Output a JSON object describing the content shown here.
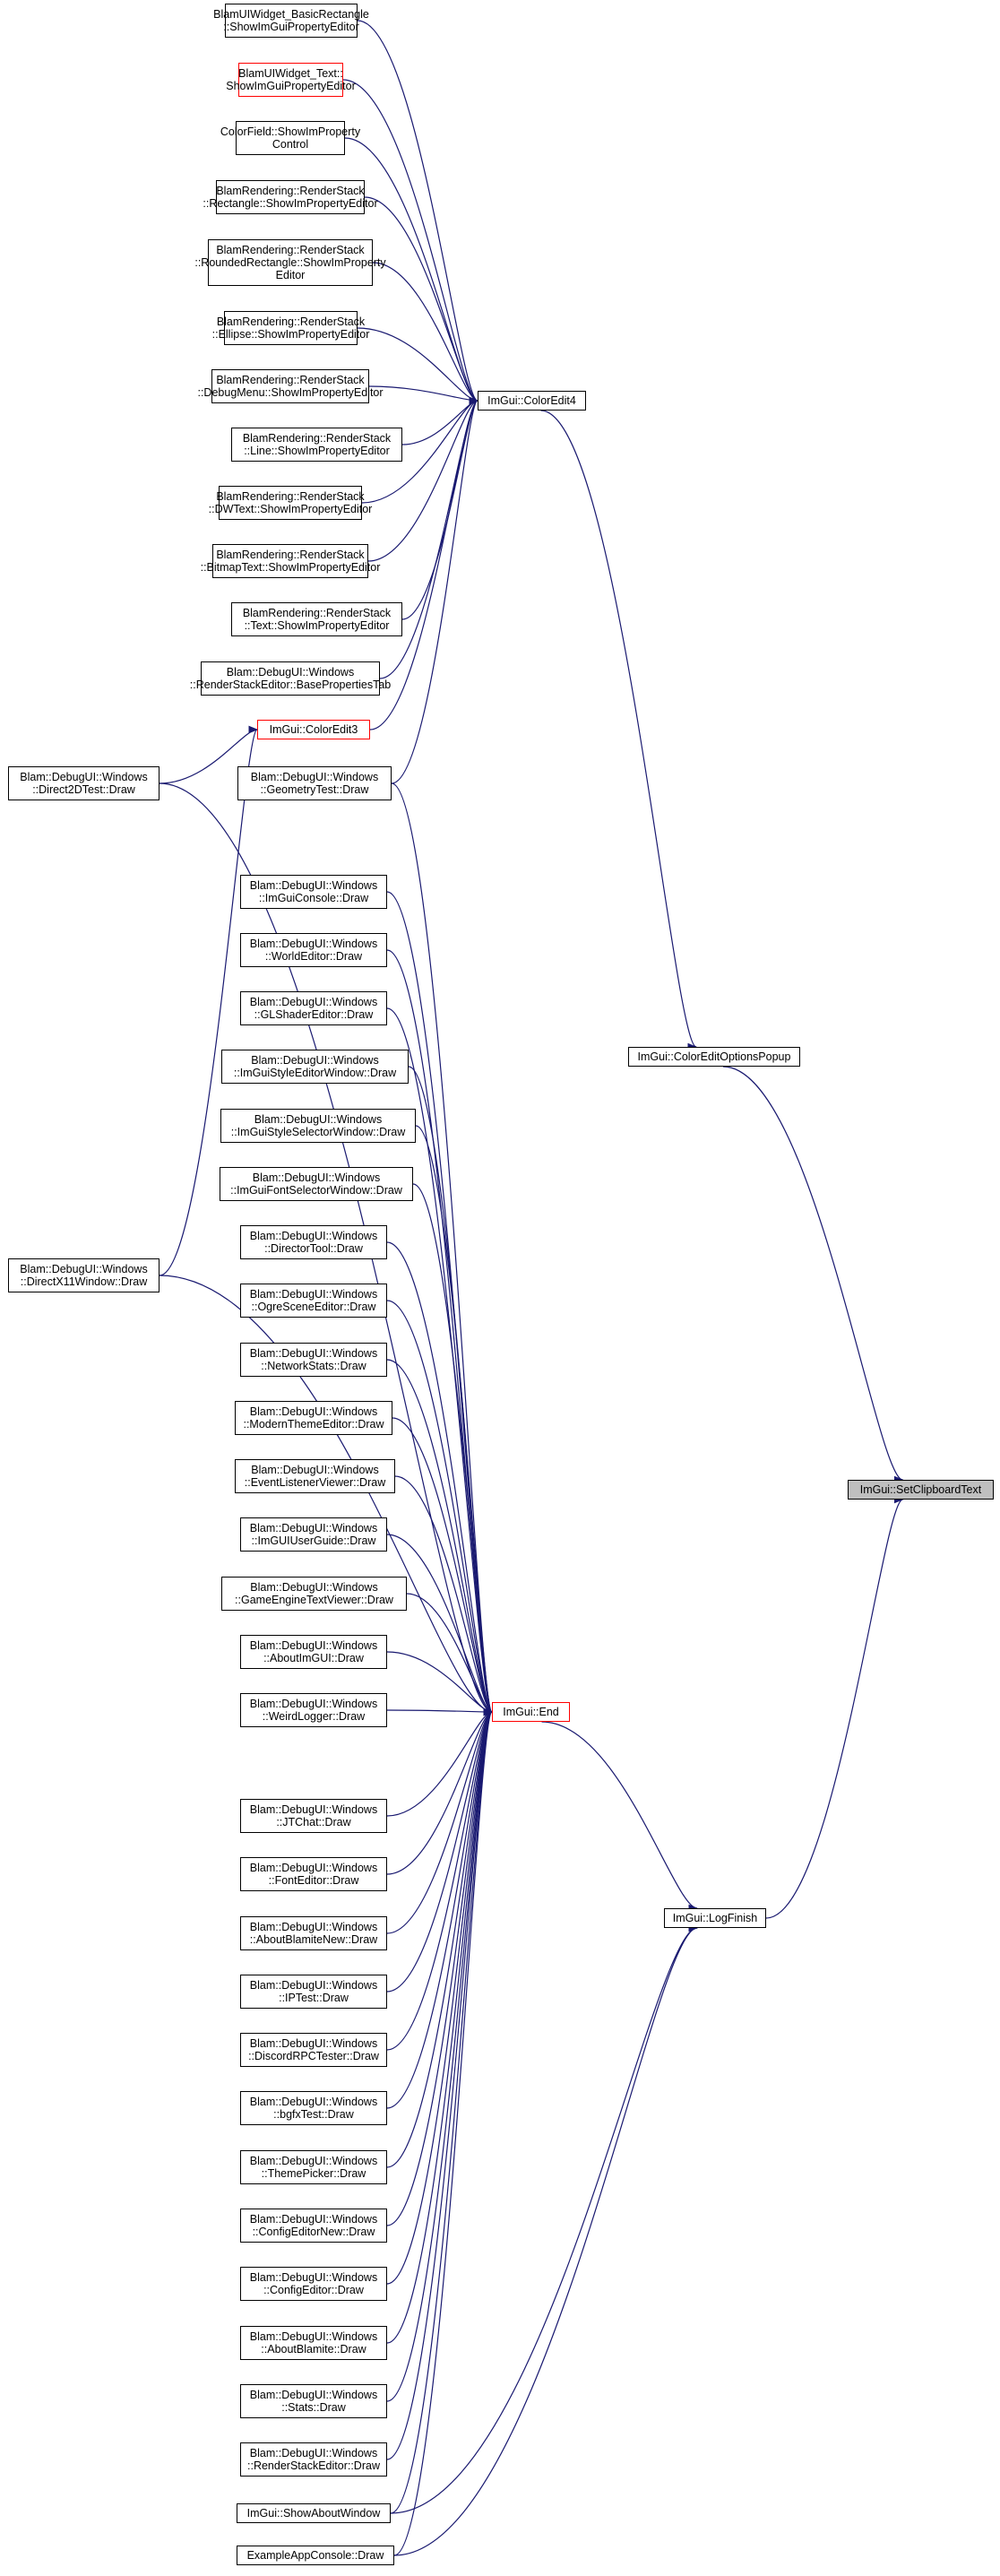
{
  "colors": {
    "edge": "#191970",
    "node_border": "#000000",
    "highlight_border": "#ff0000",
    "target_fill": "#bfbfbf"
  },
  "nodes": [
    {
      "id": "basicrect",
      "label": "BlamUIWidget_BasicRectangle\n::ShowImGuiPropertyEditor"
    },
    {
      "id": "uitext",
      "label": "BlamUIWidget_Text::\nShowImGuiPropertyEditor",
      "highlight": true
    },
    {
      "id": "colorfield",
      "label": "ColorField::ShowImProperty\nControl"
    },
    {
      "id": "rectangle",
      "label": "BlamRendering::RenderStack\n::Rectangle::ShowImPropertyEditor"
    },
    {
      "id": "roundedrect",
      "label": "BlamRendering::RenderStack\n::RoundedRectangle::ShowImProperty\nEditor"
    },
    {
      "id": "ellipse",
      "label": "BlamRendering::RenderStack\n::Ellipse::ShowImPropertyEditor"
    },
    {
      "id": "debugmenu",
      "label": "BlamRendering::RenderStack\n::DebugMenu::ShowImPropertyEditor"
    },
    {
      "id": "line",
      "label": "BlamRendering::RenderStack\n::Line::ShowImPropertyEditor"
    },
    {
      "id": "dwtext",
      "label": "BlamRendering::RenderStack\n::DWText::ShowImPropertyEditor"
    },
    {
      "id": "bitmaptext",
      "label": "BlamRendering::RenderStack\n::BitmapText::ShowImPropertyEditor"
    },
    {
      "id": "text",
      "label": "BlamRendering::RenderStack\n::Text::ShowImPropertyEditor"
    },
    {
      "id": "basepropstab",
      "label": "Blam::DebugUI::Windows\n::RenderStackEditor::BasePropertiesTab"
    },
    {
      "id": "coloredit3",
      "label": "ImGui::ColorEdit3",
      "highlight": true
    },
    {
      "id": "direct2d",
      "label": "Blam::DebugUI::Windows\n::Direct2DTest::Draw"
    },
    {
      "id": "geometry",
      "label": "Blam::DebugUI::Windows\n::GeometryTest::Draw"
    },
    {
      "id": "coloredit4",
      "label": "ImGui::ColorEdit4"
    },
    {
      "id": "imguiconsole",
      "label": "Blam::DebugUI::Windows\n::ImGuiConsole::Draw"
    },
    {
      "id": "worldeditor",
      "label": "Blam::DebugUI::Windows\n::WorldEditor::Draw"
    },
    {
      "id": "glshader",
      "label": "Blam::DebugUI::Windows\n::GLShaderEditor::Draw"
    },
    {
      "id": "styleeditor",
      "label": "Blam::DebugUI::Windows\n::ImGuiStyleEditorWindow::Draw"
    },
    {
      "id": "styleselector",
      "label": "Blam::DebugUI::Windows\n::ImGuiStyleSelectorWindow::Draw"
    },
    {
      "id": "fontselector",
      "label": "Blam::DebugUI::Windows\n::ImGuiFontSelectorWindow::Draw"
    },
    {
      "id": "directortool",
      "label": "Blam::DebugUI::Windows\n::DirectorTool::Draw"
    },
    {
      "id": "ogrescene",
      "label": "Blam::DebugUI::Windows\n::OgreSceneEditor::Draw"
    },
    {
      "id": "netstats",
      "label": "Blam::DebugUI::Windows\n::NetworkStats::Draw"
    },
    {
      "id": "moderntheme",
      "label": "Blam::DebugUI::Windows\n::ModernThemeEditor::Draw"
    },
    {
      "id": "eventlistener",
      "label": "Blam::DebugUI::Windows\n::EventListenerViewer::Draw"
    },
    {
      "id": "userguide",
      "label": "Blam::DebugUI::Windows\n::ImGUIUserGuide::Draw"
    },
    {
      "id": "gameengine",
      "label": "Blam::DebugUI::Windows\n::GameEngineTextViewer::Draw"
    },
    {
      "id": "aboutimgui",
      "label": "Blam::DebugUI::Windows\n::AboutImGUI::Draw"
    },
    {
      "id": "weirdlogger",
      "label": "Blam::DebugUI::Windows\n::WeirdLogger::Draw"
    },
    {
      "id": "directx11",
      "label": "Blam::DebugUI::Windows\n::DirectX11Window::Draw"
    },
    {
      "id": "end",
      "label": "ImGui::End",
      "highlight": true
    },
    {
      "id": "jtchat",
      "label": "Blam::DebugUI::Windows\n::JTChat::Draw"
    },
    {
      "id": "fonteditor",
      "label": "Blam::DebugUI::Windows\n::FontEditor::Draw"
    },
    {
      "id": "aboutblamitenew",
      "label": "Blam::DebugUI::Windows\n::AboutBlamiteNew::Draw"
    },
    {
      "id": "iptest",
      "label": "Blam::DebugUI::Windows\n::IPTest::Draw"
    },
    {
      "id": "discordrpc",
      "label": "Blam::DebugUI::Windows\n::DiscordRPCTester::Draw"
    },
    {
      "id": "bgfxtest",
      "label": "Blam::DebugUI::Windows\n::bgfxTest::Draw"
    },
    {
      "id": "themepicker",
      "label": "Blam::DebugUI::Windows\n::ThemePicker::Draw"
    },
    {
      "id": "configeditornew",
      "label": "Blam::DebugUI::Windows\n::ConfigEditorNew::Draw"
    },
    {
      "id": "configeditor",
      "label": "Blam::DebugUI::Windows\n::ConfigEditor::Draw"
    },
    {
      "id": "aboutblamite",
      "label": "Blam::DebugUI::Windows\n::AboutBlamite::Draw"
    },
    {
      "id": "stats",
      "label": "Blam::DebugUI::Windows\n::Stats::Draw"
    },
    {
      "id": "renderstackeditor",
      "label": "Blam::DebugUI::Windows\n::RenderStackEditor::Draw"
    },
    {
      "id": "showabout",
      "label": "ImGui::ShowAboutWindow"
    },
    {
      "id": "exampleapp",
      "label": "ExampleAppConsole::Draw"
    },
    {
      "id": "coloreditopts",
      "label": "ImGui::ColorEditOptionsPopup"
    },
    {
      "id": "logfinish",
      "label": "ImGui::LogFinish"
    },
    {
      "id": "setclipboard",
      "label": "ImGui::SetClipboardText",
      "target": true
    }
  ],
  "edges": [
    [
      "basicrect",
      "coloredit4"
    ],
    [
      "uitext",
      "coloredit4"
    ],
    [
      "colorfield",
      "coloredit4"
    ],
    [
      "rectangle",
      "coloredit4"
    ],
    [
      "roundedrect",
      "coloredit4"
    ],
    [
      "ellipse",
      "coloredit4"
    ],
    [
      "debugmenu",
      "coloredit4"
    ],
    [
      "line",
      "coloredit4"
    ],
    [
      "dwtext",
      "coloredit4"
    ],
    [
      "bitmaptext",
      "coloredit4"
    ],
    [
      "text",
      "coloredit4"
    ],
    [
      "basepropstab",
      "coloredit4"
    ],
    [
      "coloredit3",
      "coloredit4"
    ],
    [
      "geometry",
      "coloredit4"
    ],
    [
      "direct2d",
      "coloredit3"
    ],
    [
      "directx11",
      "coloredit3"
    ],
    [
      "coloredit4",
      "coloreditopts"
    ],
    [
      "coloreditopts",
      "setclipboard"
    ],
    [
      "direct2d",
      "end"
    ],
    [
      "geometry",
      "end"
    ],
    [
      "directx11",
      "end"
    ],
    [
      "imguiconsole",
      "end"
    ],
    [
      "worldeditor",
      "end"
    ],
    [
      "glshader",
      "end"
    ],
    [
      "styleeditor",
      "end"
    ],
    [
      "styleselector",
      "end"
    ],
    [
      "fontselector",
      "end"
    ],
    [
      "directortool",
      "end"
    ],
    [
      "ogrescene",
      "end"
    ],
    [
      "netstats",
      "end"
    ],
    [
      "moderntheme",
      "end"
    ],
    [
      "eventlistener",
      "end"
    ],
    [
      "userguide",
      "end"
    ],
    [
      "gameengine",
      "end"
    ],
    [
      "aboutimgui",
      "end"
    ],
    [
      "weirdlogger",
      "end"
    ],
    [
      "jtchat",
      "end"
    ],
    [
      "fonteditor",
      "end"
    ],
    [
      "aboutblamitenew",
      "end"
    ],
    [
      "iptest",
      "end"
    ],
    [
      "discordrpc",
      "end"
    ],
    [
      "bgfxtest",
      "end"
    ],
    [
      "themepicker",
      "end"
    ],
    [
      "configeditornew",
      "end"
    ],
    [
      "configeditor",
      "end"
    ],
    [
      "aboutblamite",
      "end"
    ],
    [
      "stats",
      "end"
    ],
    [
      "renderstackeditor",
      "end"
    ],
    [
      "showabout",
      "end"
    ],
    [
      "exampleapp",
      "end"
    ],
    [
      "end",
      "logfinish"
    ],
    [
      "showabout",
      "logfinish"
    ],
    [
      "exampleapp",
      "logfinish"
    ],
    [
      "logfinish",
      "setclipboard"
    ]
  ]
}
